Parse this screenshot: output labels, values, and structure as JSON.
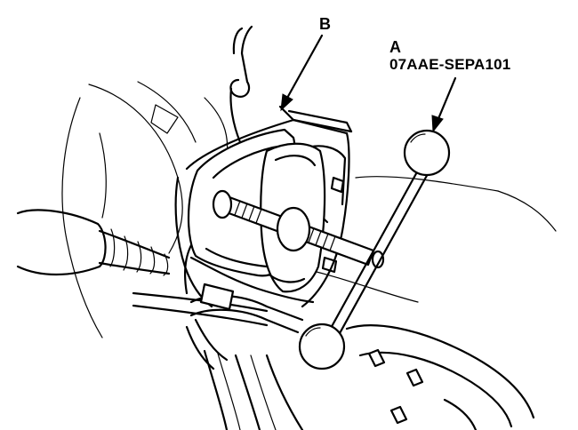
{
  "callouts": {
    "b": {
      "letter": "B"
    },
    "a": {
      "letter": "A",
      "part_number": "07AAE-SEPA101"
    }
  },
  "colors": {
    "line": "#000000",
    "background": "#ffffff"
  }
}
